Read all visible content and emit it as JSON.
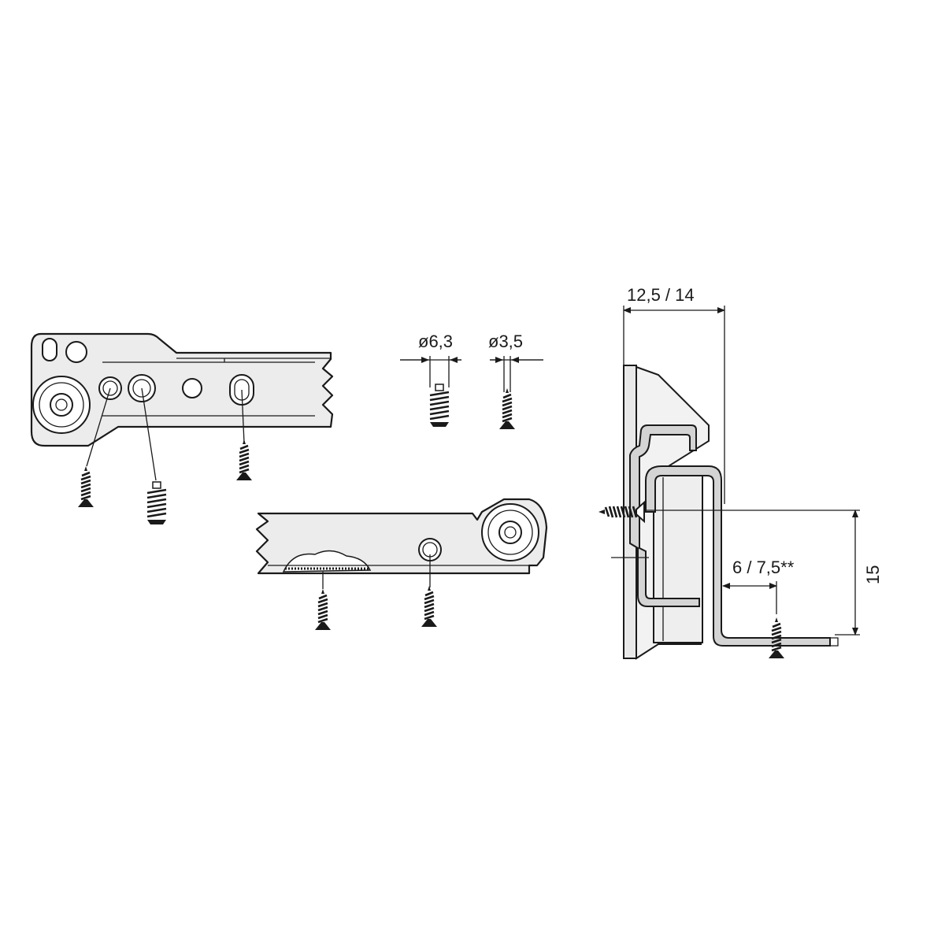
{
  "dimensions": {
    "dia_large": "ø6,3",
    "dia_small": "ø3,5",
    "width": "12,5 / 14",
    "height": "15",
    "offset": "6 / 7,5**"
  },
  "colors": {
    "ink": "#1a1a1a",
    "plate_fill": "#ececec",
    "profile_fill": "#d4d4d4",
    "background": "#ffffff"
  }
}
